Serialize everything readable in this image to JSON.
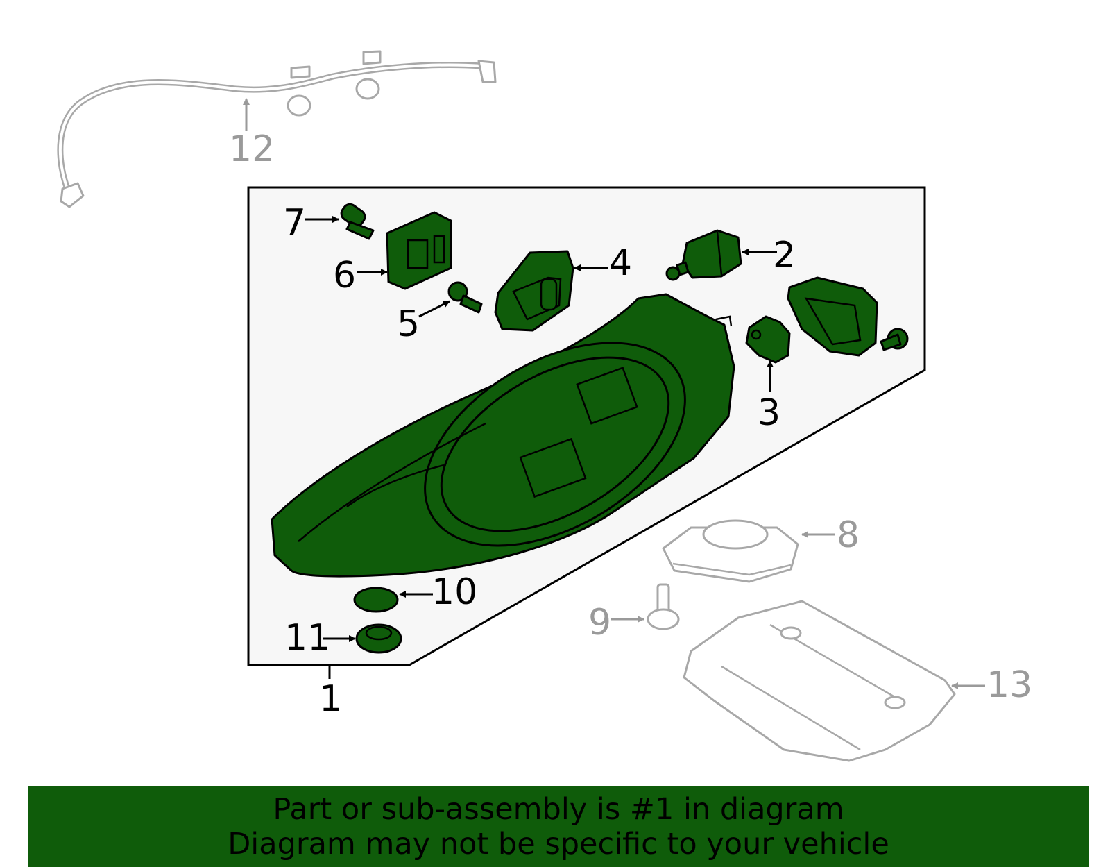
{
  "callouts": {
    "c1": "1",
    "c2": "2",
    "c3": "3",
    "c4": "4",
    "c5": "5",
    "c6": "6",
    "c7": "7",
    "c8": "8",
    "c9": "9",
    "c10": "10",
    "c11": "11",
    "c12": "12",
    "c13": "13"
  },
  "highlight_color": "#0f5c0a",
  "banner": {
    "line1": "Part or sub-assembly is #1 in diagram",
    "line2": "Diagram may not be specific to your vehicle"
  }
}
